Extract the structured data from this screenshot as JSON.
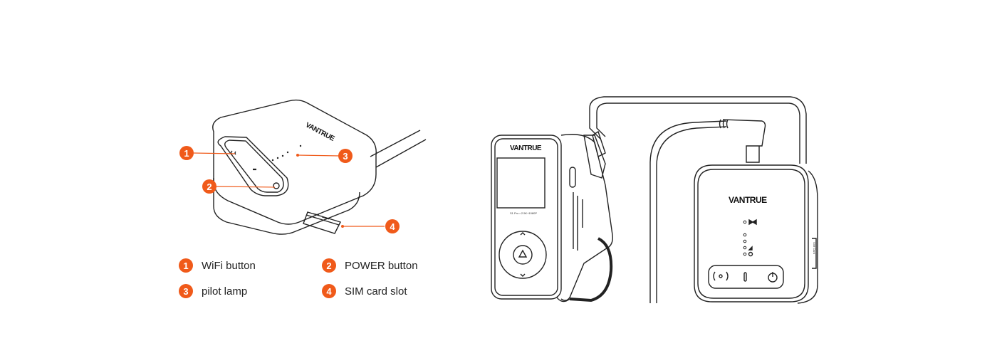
{
  "brand": "VANTRUE",
  "accent_color": "#f05a1a",
  "callouts": [
    {
      "number": "1",
      "label": "WiFi button"
    },
    {
      "number": "2",
      "label": "POWER button"
    },
    {
      "number": "3",
      "label": "pilot lamp"
    },
    {
      "number": "4",
      "label": "SIM card slot"
    }
  ],
  "dashcam_model_text": "S1 Pro • 2.5K+1080P",
  "side_label": "SIM Card"
}
